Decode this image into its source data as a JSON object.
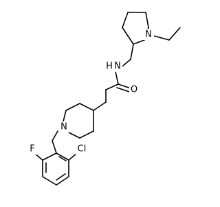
{
  "diagram": {
    "type": "chemical-structure",
    "atoms": {
      "n_ring": "N",
      "n_piperidine": "N",
      "n_amide": "N",
      "h_amide": "H",
      "o_carbonyl": "O",
      "f": "F",
      "cl": "Cl"
    }
  }
}
